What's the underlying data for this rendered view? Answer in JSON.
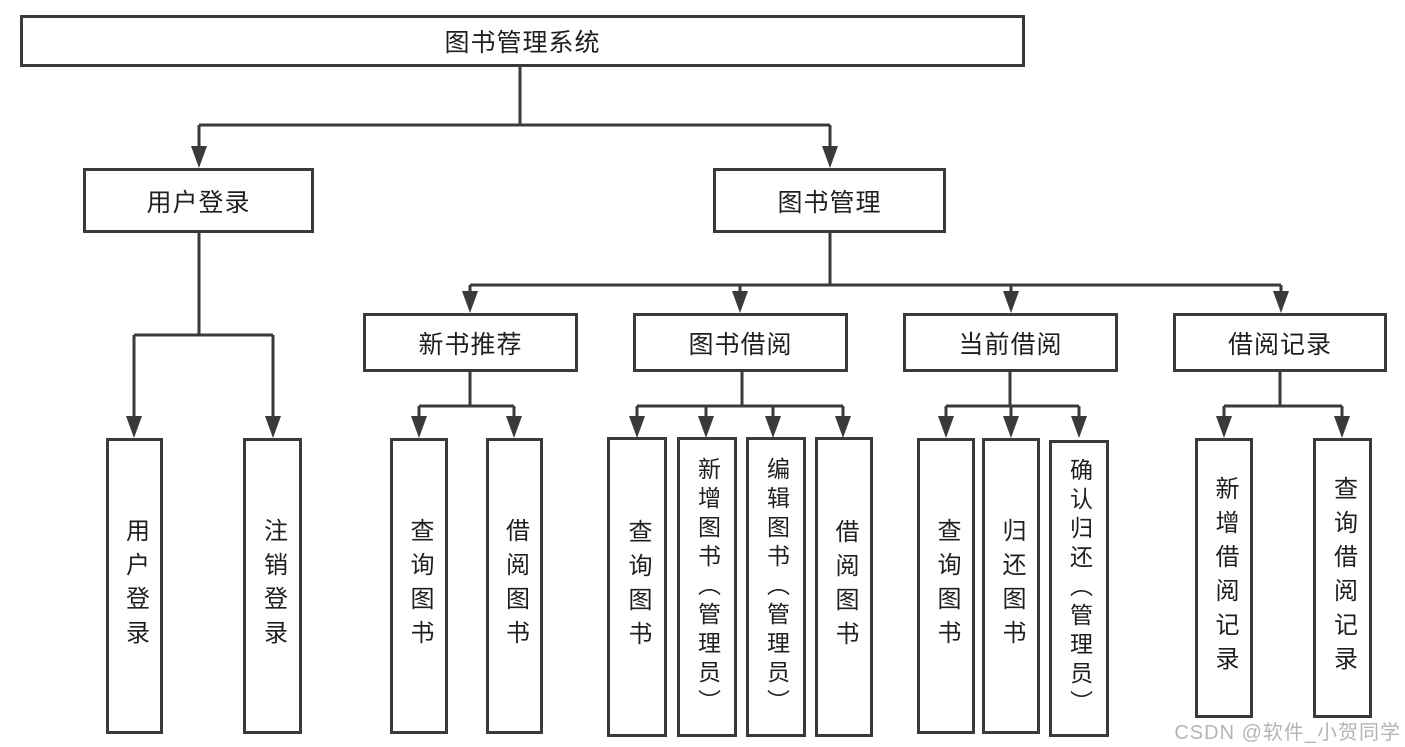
{
  "diagram_title": "图书管理系统",
  "tree": {
    "label": "图书管理系统",
    "children": [
      {
        "label": "用户登录",
        "children": [
          {
            "label": "用户登录"
          },
          {
            "label": "注销登录"
          }
        ]
      },
      {
        "label": "图书管理",
        "children": [
          {
            "label": "新书推荐",
            "children": [
              {
                "label": "查询图书"
              },
              {
                "label": "借阅图书"
              }
            ]
          },
          {
            "label": "图书借阅",
            "children": [
              {
                "label": "查询图书"
              },
              {
                "label": "新增图书（管理员）"
              },
              {
                "label": "编辑图书（管理员）"
              },
              {
                "label": "借阅图书"
              }
            ]
          },
          {
            "label": "当前借阅",
            "children": [
              {
                "label": "查询图书"
              },
              {
                "label": "归还图书"
              },
              {
                "label": "确认归还（管理员）"
              }
            ]
          },
          {
            "label": "借阅记录",
            "children": [
              {
                "label": "新增借阅记录"
              },
              {
                "label": "查询借阅记录"
              }
            ]
          }
        ]
      }
    ]
  },
  "watermark": "CSDN @软件_小贺同学",
  "colors": {
    "line": "#3a3a3a",
    "text": "#1f1f1f",
    "watermark": "#b5b5b5"
  }
}
